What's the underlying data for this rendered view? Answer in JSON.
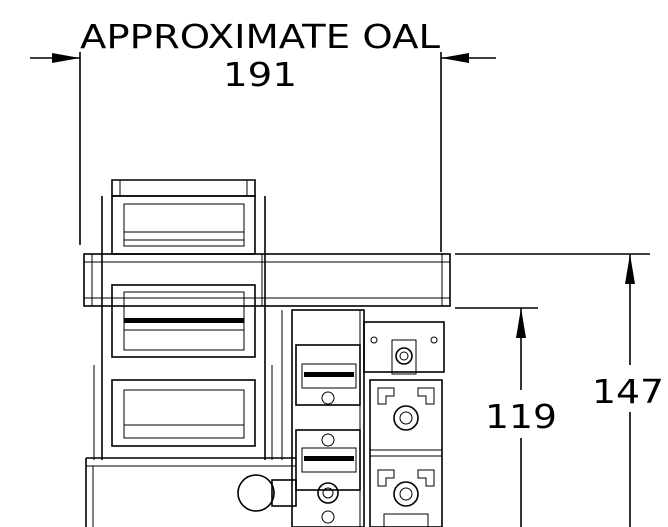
{
  "dimensions": {
    "overall_length_label": "APPROXIMATE OAL",
    "overall_length_value": "191",
    "height_inner_value": "119",
    "height_outer_value": "147"
  }
}
